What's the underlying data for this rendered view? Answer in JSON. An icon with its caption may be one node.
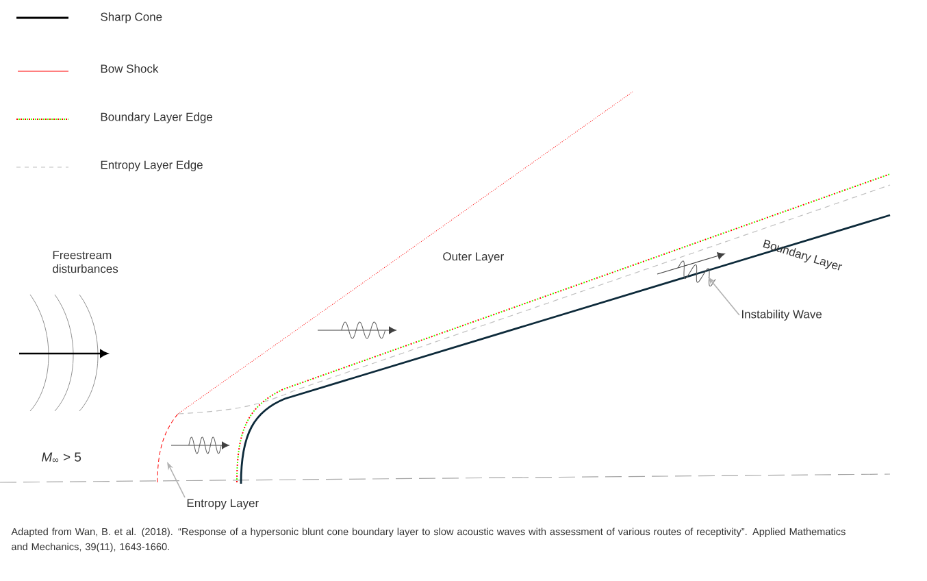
{
  "diagram": {
    "caption": "Adapted from Wan, B. et al. (2018). “Response of a hypersonic blunt cone boundary layer to slow acoustic waves with assessment of various routes of receptivity”. Applied Mathematics and Mechanics, 39(11), 1643-1660.",
    "nodes": [
      {
        "text": [
          "Entropy Layer"
        ]
      },
      {
        "text": [
          "Instability Wave"
        ]
      }
    ],
    "edges": [
      {
        "from": 0,
        "to": null,
        "arrow": "to"
      },
      {
        "from": 1,
        "to": null,
        "arrow": "to"
      }
    ],
    "labels": [
      "Freestream disturbances",
      "Outer Layer",
      "Boundary Layer",
      "*M*$_{∞}$ > 5"
    ],
    "legend": [
      {
        "text": "Sharp Cone"
      },
      {
        "text": "Bow Shock"
      },
      {
        "text": "Boundary Layer Edge"
      },
      {
        "text": "Entropy Layer Edge"
      }
    ]
  }
}
